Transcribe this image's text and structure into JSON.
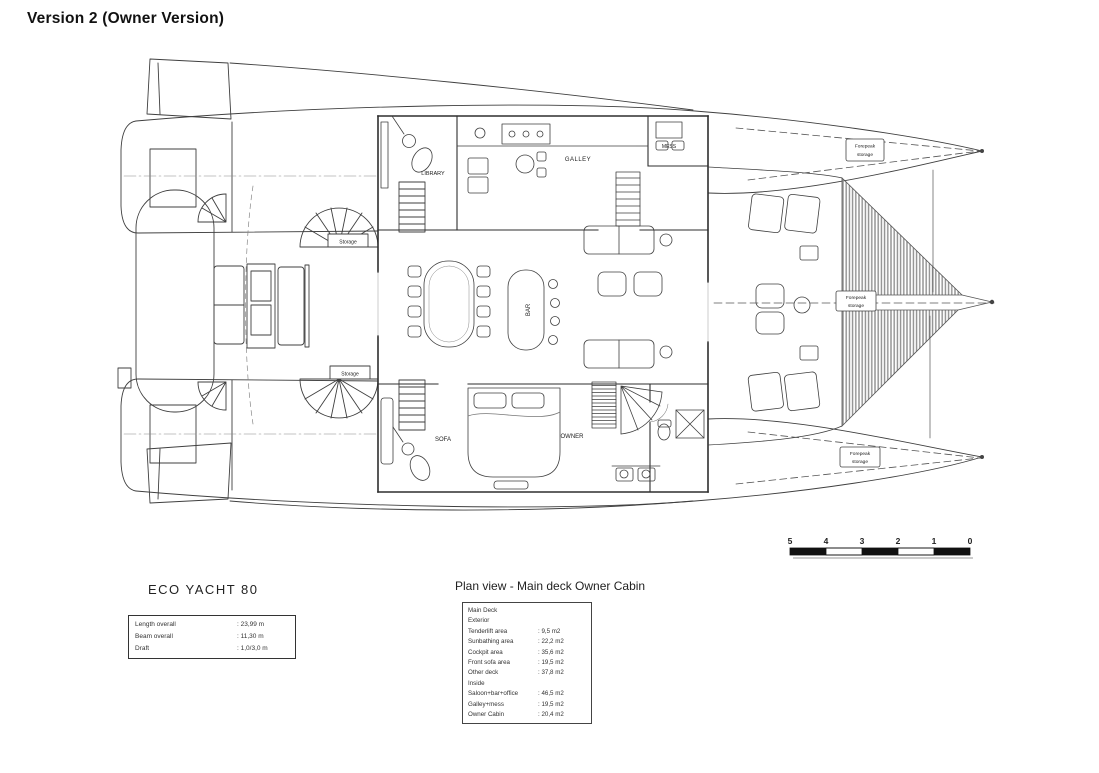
{
  "title": "Version 2 (Owner Version)",
  "drawing": {
    "labels": {
      "library": "LIBRARY",
      "galley": "GALLEY",
      "mess": "MESS",
      "bar": "BAR",
      "sofa": "SOFA",
      "owner": "OWNER",
      "storage_fwd": "Storage",
      "storage_aft": "Storage",
      "forepeak_line1": "Forepeak",
      "forepeak_line2": "storage"
    }
  },
  "scale_bar": {
    "labels": [
      "5",
      "4",
      "3",
      "2",
      "1",
      "0"
    ]
  },
  "spec": {
    "name": "ECO YACHT 80",
    "rows": [
      {
        "label": "Length overall",
        "value": ": 23,99 m"
      },
      {
        "label": "Beam overall",
        "value": ": 11,30 m"
      },
      {
        "label": "Draft",
        "value": ": 1,0/3,0 m"
      }
    ]
  },
  "area_table": {
    "caption": "Plan view - Main deck Owner Cabin",
    "rows": [
      {
        "label": "Main Deck",
        "value": ""
      },
      {
        "label": "Exterior",
        "value": ""
      },
      {
        "label": "Tenderlift area",
        "value": ": 9,5 m2"
      },
      {
        "label": "Sunbathing area",
        "value": ": 22,2 m2"
      },
      {
        "label": "Cockpit area",
        "value": ": 35,6 m2"
      },
      {
        "label": "Front sofa area",
        "value": ": 19,5 m2"
      },
      {
        "label": "Other deck",
        "value": ": 37,8 m2"
      },
      {
        "label": "Inside",
        "value": ""
      },
      {
        "label": "Saloon+bar+office",
        "value": ": 46,5 m2"
      },
      {
        "label": "Galley+mess",
        "value": ": 19,5 m2"
      },
      {
        "label": "Owner Cabin",
        "value": ": 20,4 m2"
      }
    ]
  }
}
